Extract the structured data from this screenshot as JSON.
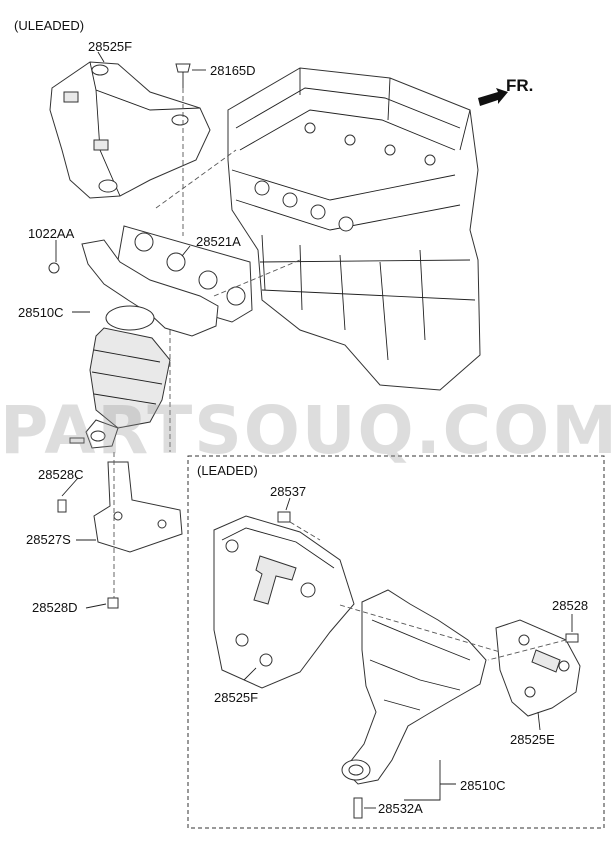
{
  "sections": {
    "unleaded_title": "(ULEADED)",
    "leaded_title": "(LEADED)"
  },
  "direction_label": "FR.",
  "watermark": "PARTSOUQ.COM",
  "parts_unleaded": {
    "heat_protector": "28525F",
    "bolt_top": "28165D",
    "nut": "1022AA",
    "gasket": "28521A",
    "manifold_catalyst": "28510C",
    "bolt_bracket_upper": "28528C",
    "bracket": "28527S",
    "bolt_bracket_lower": "28528D"
  },
  "parts_leaded": {
    "bolt_heat_protector": "28537",
    "heat_protector": "28525F",
    "bolt_side": "28528",
    "heat_protector_side": "28525E",
    "manifold": "28510C",
    "stud": "28532A"
  }
}
